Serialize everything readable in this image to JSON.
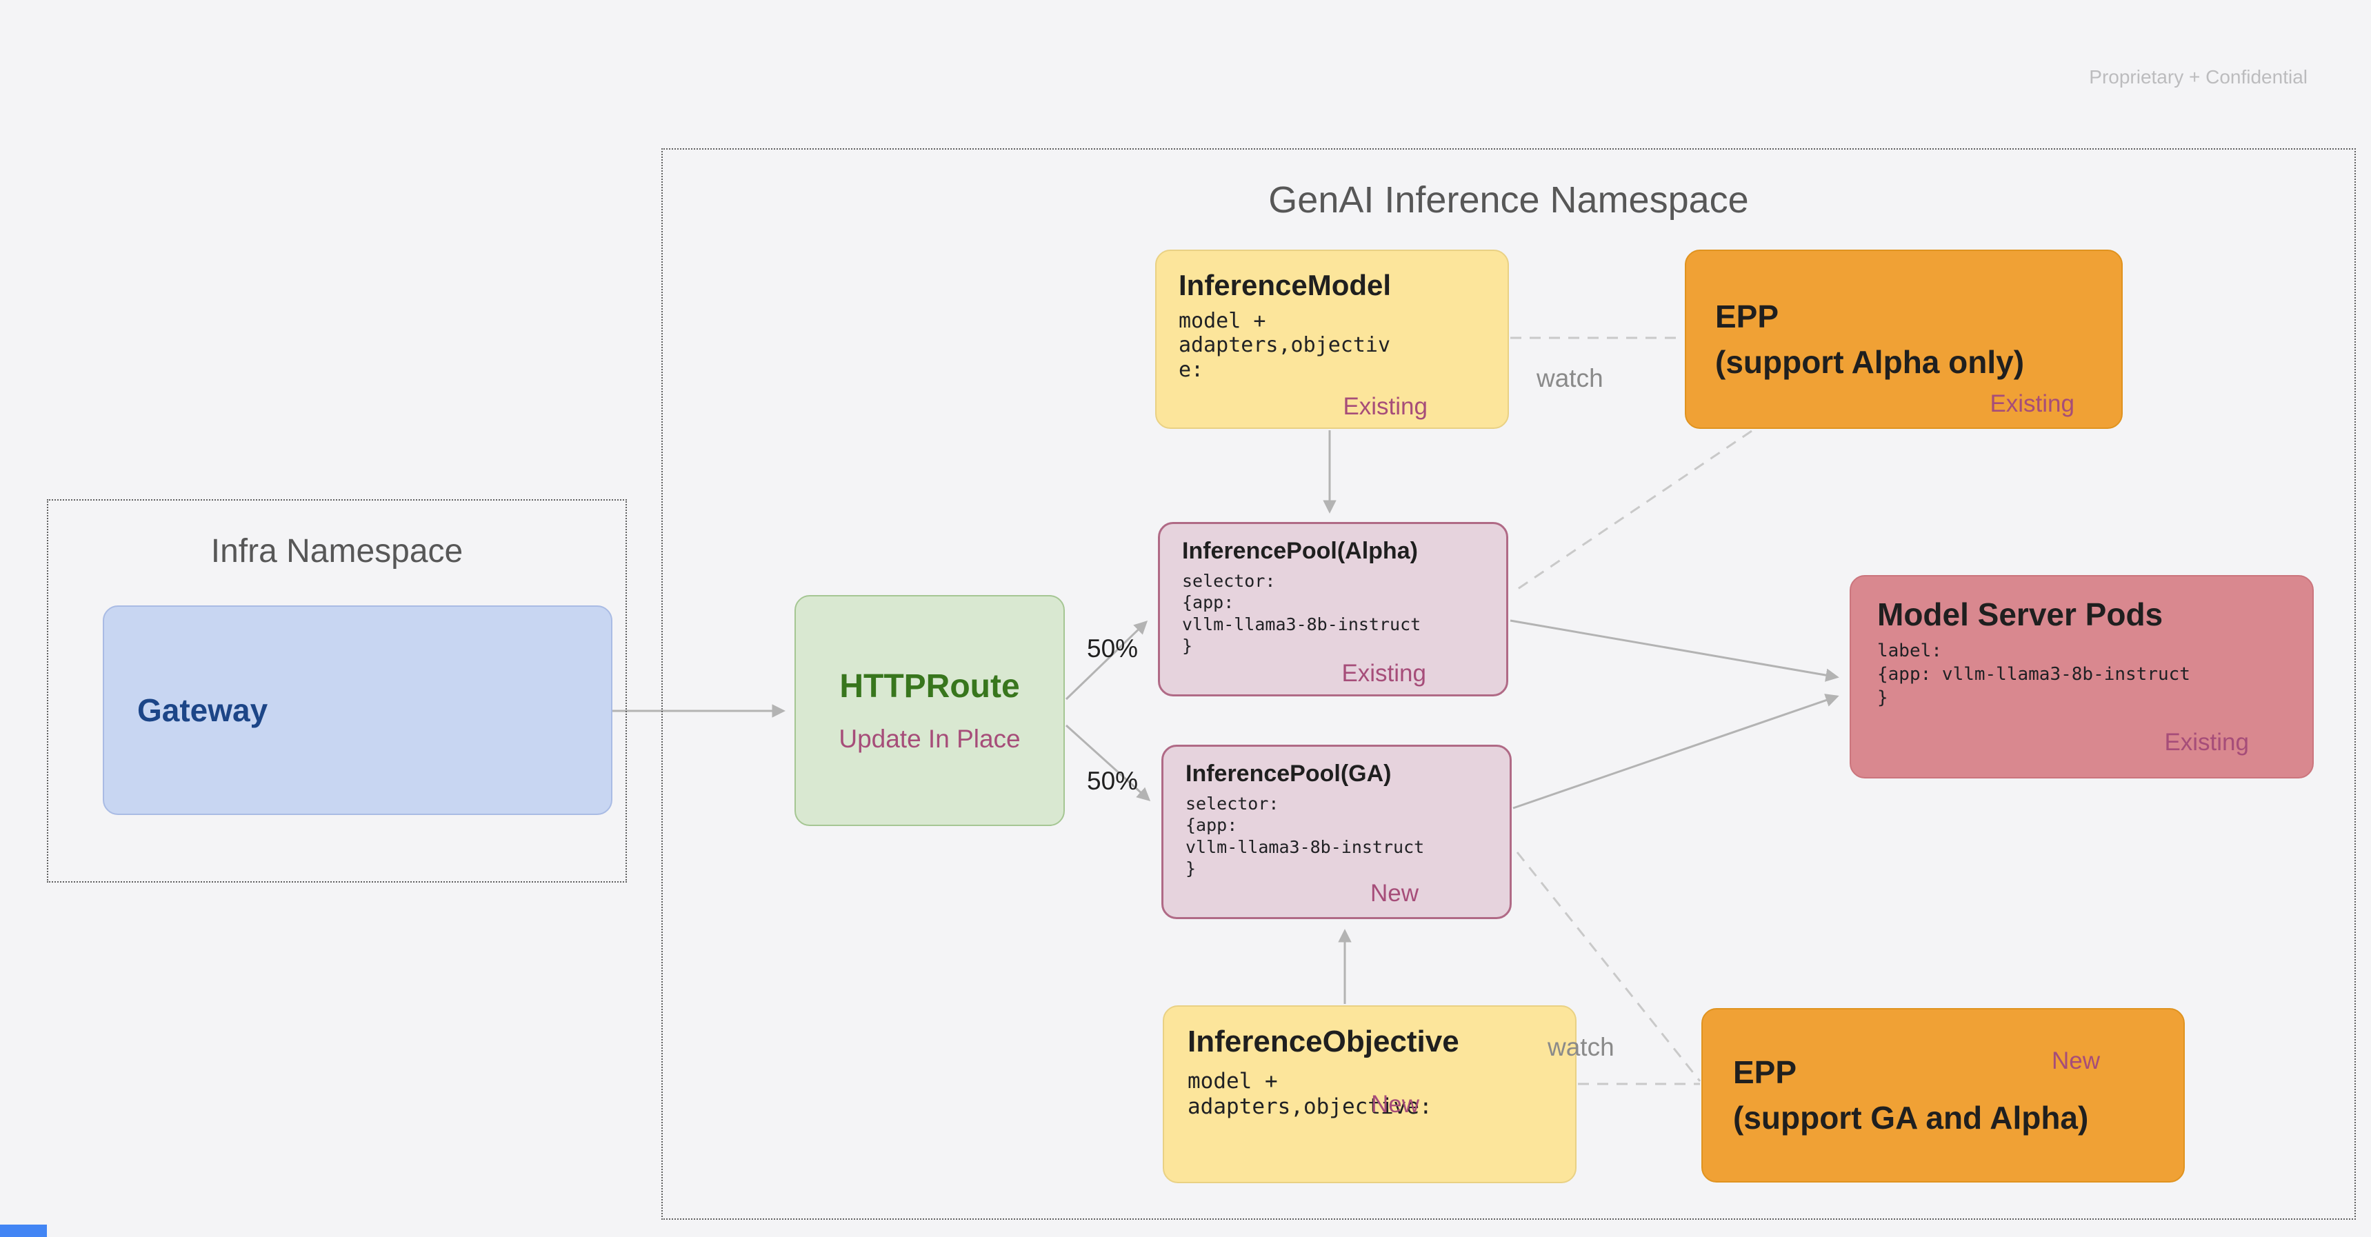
{
  "watermark": "Proprietary + Confidential",
  "namespaces": {
    "infra": {
      "title": "Infra Namespace"
    },
    "genai": {
      "title": "GenAI Inference Namespace"
    }
  },
  "nodes": {
    "gateway": {
      "title": "Gateway"
    },
    "httproute": {
      "title": "HTTPRoute",
      "status": "Update In Place"
    },
    "inference_model": {
      "title": "InferenceModel",
      "code": "model +\nadapters,objectiv\ne:",
      "badge": "Existing"
    },
    "epp_alpha": {
      "title": "EPP",
      "subtitle": "(support Alpha only)",
      "badge": "Existing"
    },
    "pool_alpha": {
      "title": "InferencePool(Alpha)",
      "code": "selector:\n{app:\nvllm-llama3-8b-instruct\n}",
      "badge": "Existing"
    },
    "pool_ga": {
      "title": "InferencePool(GA)",
      "code": "selector:\n{app:\nvllm-llama3-8b-instruct\n}",
      "badge": "New"
    },
    "model_server_pods": {
      "title": "Model Server Pods",
      "code": "label:\n{app: vllm-llama3-8b-instruct\n}",
      "badge": "Existing"
    },
    "inference_objective": {
      "title": "InferenceObjective",
      "code": "model +\nadapters,objective:",
      "badge": "New"
    },
    "epp_ga": {
      "title": "EPP",
      "subtitle": "(support GA and Alpha)",
      "badge": "New"
    }
  },
  "edges": {
    "split_alpha": "50%",
    "split_ga": "50%",
    "watch_model": "watch",
    "watch_objective": "watch"
  },
  "colors": {
    "background": "#f4f4f6",
    "yellow_node": "#fce59b",
    "orange_node": "#f0a135",
    "pool_node": "#e6d3dd",
    "pods_node": "#d9888f",
    "green_node": "#d9e8d1",
    "blue_node": "#c8d6f2",
    "badge_text": "#a64d79",
    "arrow": "#b3b3b3",
    "accent_bar": "#4285f4"
  }
}
